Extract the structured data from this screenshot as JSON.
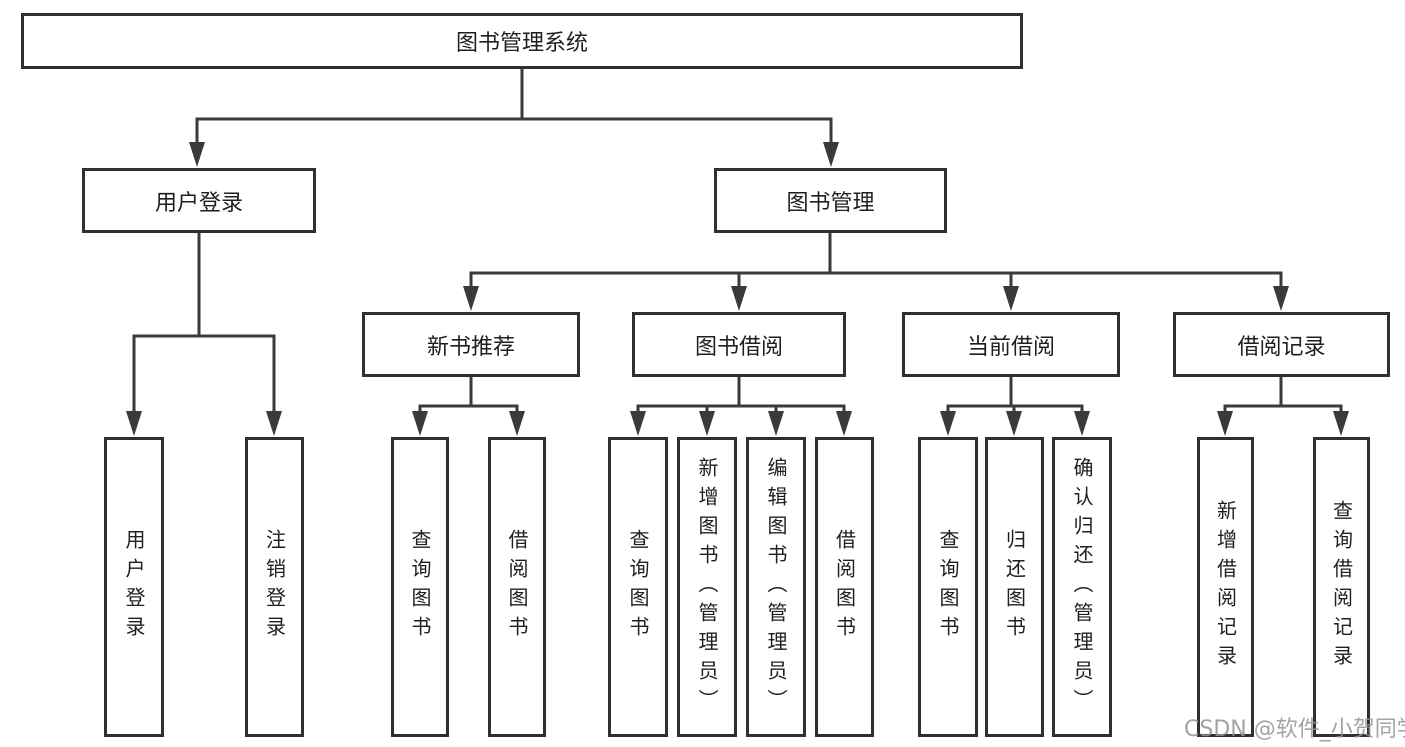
{
  "diagram": {
    "root": {
      "label": "图书管理系统"
    },
    "user_login": {
      "label": "用户登录",
      "children": [
        "用户登录",
        "注销登录"
      ]
    },
    "book_mgmt": {
      "label": "图书管理",
      "sections": {
        "new_book_rec": {
          "label": "新书推荐",
          "children": [
            "查询图书",
            "借阅图书"
          ]
        },
        "book_borrow": {
          "label": "图书借阅",
          "children": [
            "查询图书",
            "新增图书（管理员）",
            "编辑图书（管理员）",
            "借阅图书"
          ]
        },
        "current_borrow": {
          "label": "当前借阅",
          "children": [
            "查询图书",
            "归还图书",
            "确认归还（管理员）"
          ]
        },
        "borrow_record": {
          "label": "借阅记录",
          "children": [
            "新增借阅记录",
            "查询借阅记录"
          ]
        }
      }
    }
  },
  "colors": {
    "line": "#3a3a3a",
    "box_border": "#2f2f2f",
    "box_bg": "#ffffff",
    "text": "#1f1f1f",
    "watermark": "#949494"
  },
  "watermark": "CSDN @软件_小贺同学"
}
